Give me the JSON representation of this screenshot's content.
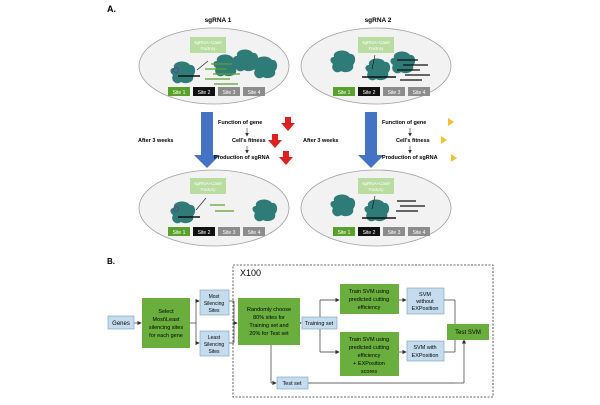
{
  "panel_a": {
    "label": "A.",
    "col1_title": "sgRNA 1",
    "col2_title": "sgRNA 2",
    "factory": [
      "sgRNA+Cas9",
      "Factory"
    ],
    "sites": [
      "Site 1",
      "Site 2",
      "Site 3",
      "Site 4"
    ],
    "after_weeks": "After 3 weeks",
    "flow": [
      "Function of gene",
      "Cell's fitness",
      "Production of sgRNA"
    ]
  },
  "panel_b": {
    "label": "B.",
    "x100": "X100",
    "genes": "Genes",
    "select": [
      "Select",
      "Most\\Least",
      "silencing sites",
      "for each gene"
    ],
    "most": [
      "Most",
      "Silencing",
      "Sites"
    ],
    "least": [
      "Least",
      "Silencing",
      "Sites"
    ],
    "random": [
      "Randomly choose",
      "80% sites for",
      "Training set and",
      "20% for Test set"
    ],
    "training_set": "Training set",
    "test_set": "Test set",
    "train1": [
      "Train SVM using",
      "predicted cutting",
      "efficiency"
    ],
    "train2": [
      "Train SVM using",
      "predicted cutting",
      "efficiency",
      "+ EXPosition",
      "scores"
    ],
    "svm1": [
      "SVM",
      "without",
      "EXPosition"
    ],
    "svm2": [
      "SVM with",
      "EXPosition"
    ],
    "test_svm": "Test SVM"
  },
  "colors": {
    "site1": "#5aa02c",
    "site2": "#111111",
    "site34": "#8c8c8c",
    "protein": "#2e7b78",
    "factory_fill": "#b9dca0",
    "green_box": "#6aae3e",
    "blue_box": "#c5dcee",
    "blue_arrow": "#4472c4",
    "red_arrow": "#e02020",
    "yellow_arrow": "#f2c12e"
  }
}
